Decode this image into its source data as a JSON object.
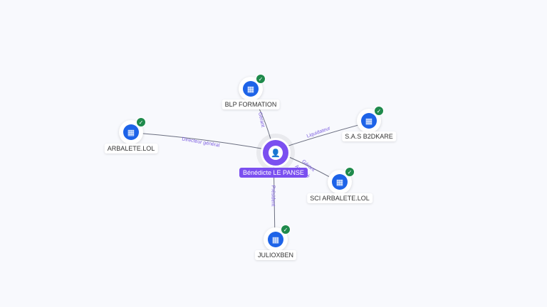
{
  "center": {
    "name": "Bénédicte LE PANSE",
    "icon": "person-icon"
  },
  "nodes": [
    {
      "name": "BLP FORMATION",
      "relation": "Gérant"
    },
    {
      "name": "S.A.S B2DKARE",
      "relation": "Liquidateur"
    },
    {
      "name": "ARBALETE.LOL",
      "relation": "Directeur général"
    },
    {
      "name": "SCI ARBALETE.LOL",
      "relation": "Gérant",
      "relation2": "Associé"
    },
    {
      "name": "JULIOXBEN",
      "relation": "Président"
    }
  ],
  "colors": {
    "accent": "#7b4ff0",
    "company": "#1d63e8",
    "verified": "#1f8a4c"
  }
}
